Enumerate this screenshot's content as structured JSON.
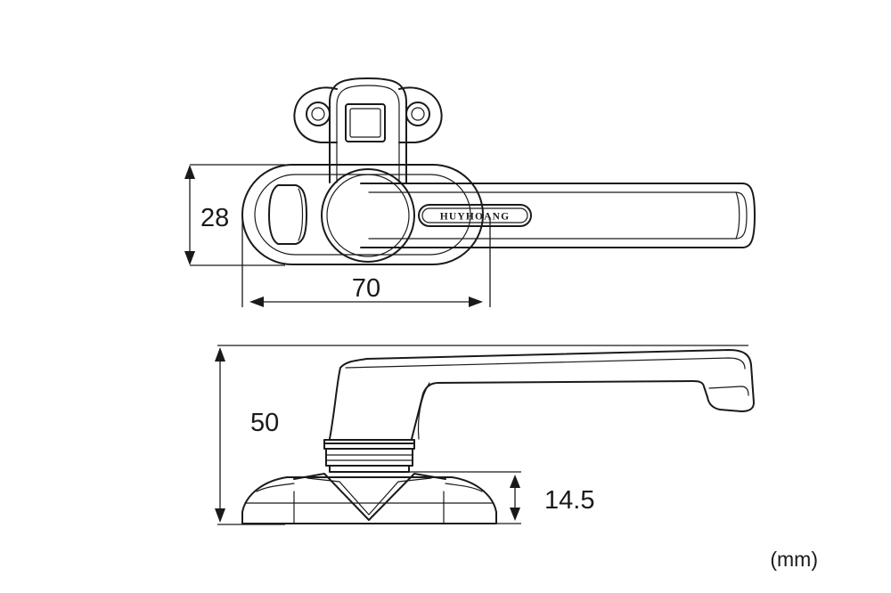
{
  "brand_text": "HUYHOANG",
  "dimensions": {
    "height_top": "28",
    "width_top": "70",
    "height_side": "50",
    "base_height": "14.5"
  },
  "unit_label": "(mm)",
  "colors": {
    "line": "#1a1a1a",
    "background": "#ffffff"
  }
}
